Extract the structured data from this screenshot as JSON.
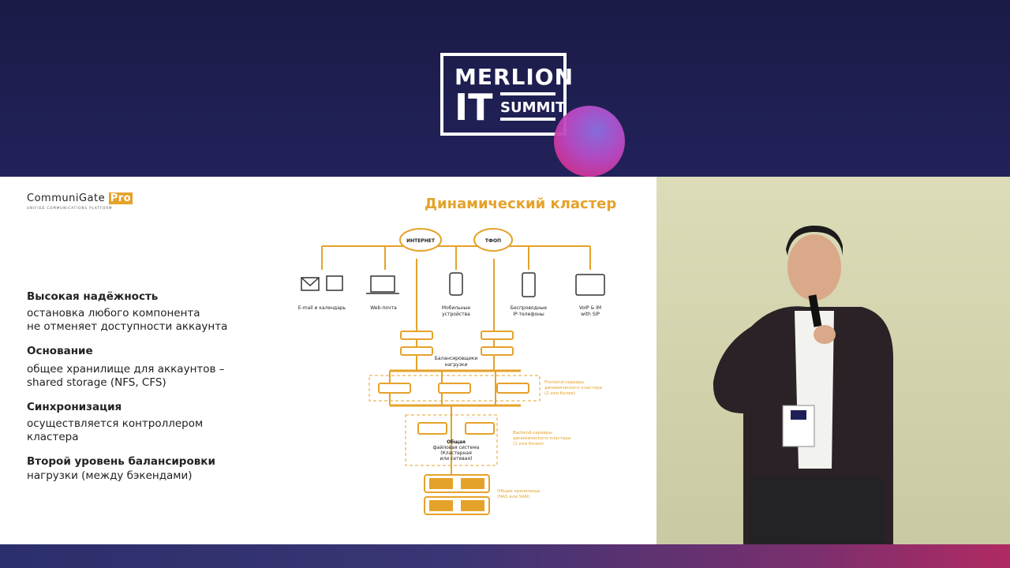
{
  "event_logo": {
    "line1": "MERLION",
    "line2": "IT",
    "line3": "SUMMIT"
  },
  "slide": {
    "brand": "CommuniGate",
    "brand_pro": "Pro",
    "brand_sub": "UNIFIED COMMUNICATIONS PLATFORM",
    "title": "Динамический кластер",
    "points": [
      {
        "heading": "Высокая надёжность",
        "text1": "остановка любого компонента",
        "text2": "не отменяет доступности аккаунта"
      },
      {
        "heading": "Основание",
        "text1": "общее хранилище для аккаунтов –",
        "text2": "shared storage (NFS, CFS)"
      },
      {
        "heading": "Синхронизация",
        "text1": "осуществляется контроллером",
        "text2": "кластера"
      },
      {
        "heading": "Второй уровень балансировки",
        "text1": "нагрузки (между бэкендами)",
        "text2": ""
      }
    ],
    "diagram": {
      "cloud_internet": "ИНТЕРНЕТ",
      "cloud_pstn": "ТФОП",
      "devices": [
        {
          "label1": "E-mail и календарь",
          "label2": ""
        },
        {
          "label1": "Web-почта",
          "label2": ""
        },
        {
          "label1": "Мобильные",
          "label2": "устройства"
        },
        {
          "label1": "Беспроводные",
          "label2": "IP-телефоны"
        },
        {
          "label1": "VoIP & IM",
          "label2": "with SIP"
        }
      ],
      "balancers_label1": "Балансировщики",
      "balancers_label2": "нагрузки",
      "frontend_label1": "Frontend-серверы",
      "frontend_label2": "динамического кластера",
      "frontend_label3": "(2 или более)",
      "backend_label1": "Backend-серверы",
      "backend_label2": "динамического кластера",
      "backend_label3": "(2 или более)",
      "fs_label1": "Общая",
      "fs_label2": "файловая система",
      "fs_label3": "(Кластерная",
      "fs_label4": "или сетевая)",
      "storage_label1": "Общее хранилище",
      "storage_label2": "(NAS или SAN)"
    }
  },
  "colors": {
    "accent": "#e5a22a",
    "stage_bg": "#1c1d4a"
  }
}
